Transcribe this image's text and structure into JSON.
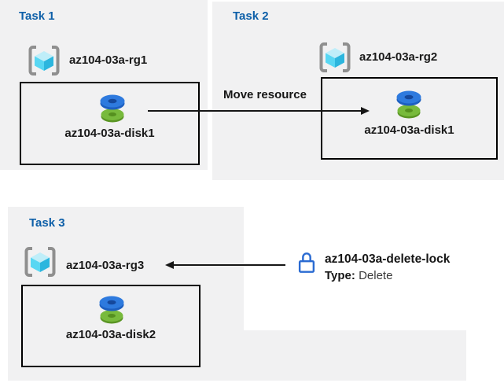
{
  "colors": {
    "panel_background": "#f1f1f2",
    "task_title_blue": "#0d5fa8",
    "label_black": "#1a1a1a",
    "arrow_black": "#161616",
    "box_border": "#000000",
    "lock_blue": "#2a6bd2",
    "disk_blue": "#2e7ade",
    "disk_green": "#78ba3c",
    "cube_cyan_top": "#bfeef9",
    "cube_cyan_left": "#58d7f3",
    "cube_cyan_right": "#2cb6de",
    "bracket_gray": "#8f8f8f"
  },
  "tasks": {
    "task1": {
      "title": "Task 1",
      "resource_group": "az104-03a-rg1",
      "disk": "az104-03a-disk1"
    },
    "task2": {
      "title": "Task 2",
      "resource_group": "az104-03a-rg2",
      "disk": "az104-03a-disk1"
    },
    "task3": {
      "title": "Task 3",
      "resource_group": "az104-03a-rg3",
      "disk": "az104-03a-disk2"
    }
  },
  "move_arrow": {
    "label": "Move resource"
  },
  "delete_lock": {
    "name": "az104-03a-delete-lock",
    "type_label": "Type:",
    "type_value": "Delete"
  },
  "icons": {
    "resource_group": "resource-group-brackets-cube-icon",
    "disk": "managed-disk-icon",
    "lock": "lock-icon"
  }
}
